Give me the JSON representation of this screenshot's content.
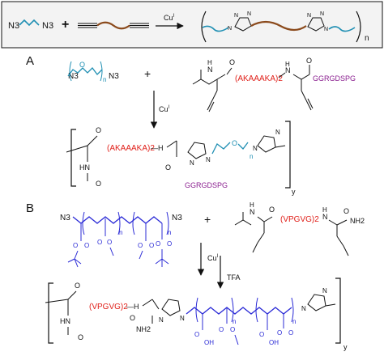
{
  "colors": {
    "black": "#111111",
    "peptide_red": "#e0201a",
    "cell_motif_purple": "#8a1e8f",
    "azide_blue": "#1f8fb3",
    "linker_brown": "#8b4a1c",
    "backbone_blue": "#2b2bd6",
    "top_box_fill": "#f3f3f3"
  },
  "top": {
    "azide_left": "N3",
    "azide_right": "N3",
    "plus": "+",
    "catalyst": "Cu",
    "catalyst_sup": "I",
    "repeat_index": "n",
    "ring_n": "N"
  },
  "section_a": {
    "label": "A",
    "peg_azide_left": "N3",
    "peg_oxygen": "O",
    "peg_index": "n",
    "peg_azide_right": "N3",
    "plus": "+",
    "nh": "H",
    "n_atom": "N",
    "carbonyl_o": "O",
    "peptide": "(AKAAAKA)2",
    "rgd": "GGRGDSPG",
    "catalyst": "Cu",
    "catalyst_sup": "I",
    "product_peptide": "(AKAAAKA)2",
    "product_rgd": "GGRGDSPG",
    "product_index_n": "n",
    "product_index_y": "y"
  },
  "section_b": {
    "label": "B",
    "azide_left": "N3",
    "azide_right": "N3",
    "index_n": "n",
    "oxygen": "O",
    "plus": "+",
    "n_atom": "N",
    "nh": "H",
    "carbonyl_o": "O",
    "peptide": "(VPGVG)2",
    "amide": "NH2",
    "catalyst": "Cu",
    "catalyst_sup": "I",
    "deprotect": "TFA",
    "product_peptide": "(VPGVG)2",
    "product_nh2": "NH2",
    "product_oh": "OH",
    "product_index_n": "n",
    "product_index_y": "y"
  }
}
